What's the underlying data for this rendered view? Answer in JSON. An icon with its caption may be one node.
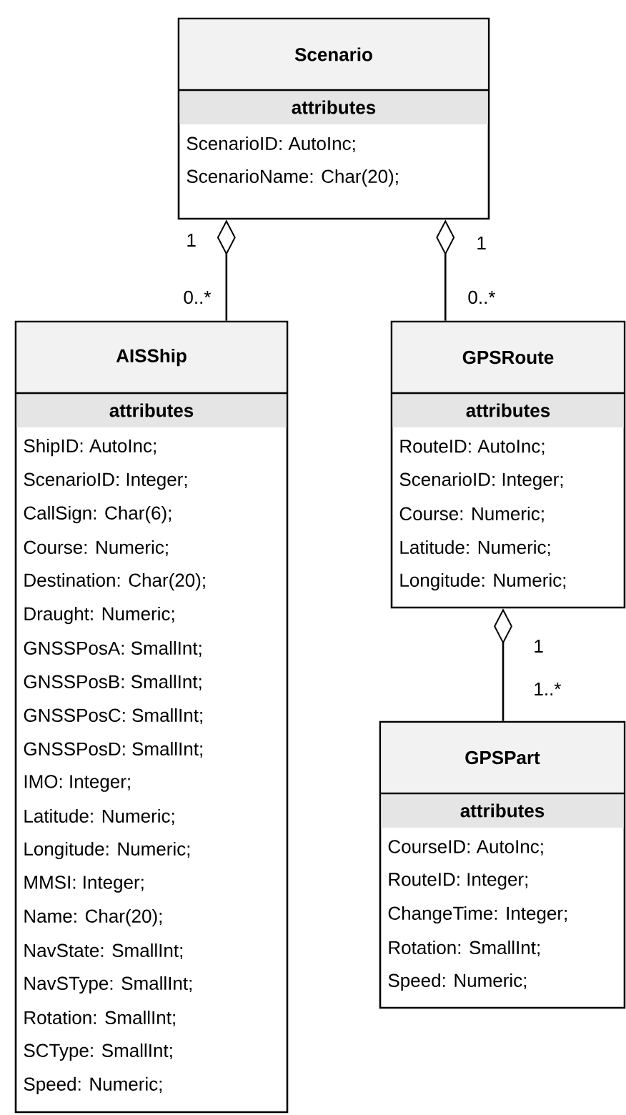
{
  "diagram": {
    "nodes": [
      {
        "text": [
          "Scenario",
          "attributes",
          "ScenarioID: AutoInc;",
          "ScenarioName: Char(20);"
        ]
      },
      {
        "text": [
          "AISShip",
          "attributes",
          "ShipID: AutoInc;",
          "ScenarioID: Integer;",
          "CallSign: Char(6);",
          "Course: Numeric;",
          "Destination: Char(20);",
          "Draught: Numeric;",
          "GNSSPosA: SmallInt;",
          "GNSSPosB: SmallInt;",
          "GNSSPosC: SmallInt;",
          "GNSSPosD: SmallInt;",
          "IMO: Integer;",
          "Latitude: Numeric;",
          "Longitude: Numeric;",
          "MMSI: Integer;",
          "Name: Char(20);",
          "NavState: SmallInt;",
          "NavSType: SmallInt;",
          "Rotation: SmallInt;",
          "SCType: SmallInt;",
          "Speed: Numeric;"
        ]
      },
      {
        "text": [
          "GPSRoute",
          "attributes",
          "RouteID: AutoInc;",
          "ScenarioID: Integer;",
          "Course: Numeric;",
          "Latitude: Numeric;",
          "Longitude: Numeric;"
        ]
      },
      {
        "text": [
          "GPSPart",
          "attributes",
          "CourseID: AutoInc;",
          "RouteID: Integer;",
          "ChangeTime: Integer;",
          "Rotation: SmallInt;",
          "Speed: Numeric;"
        ]
      }
    ],
    "edges": [
      {
        "from": 0,
        "to": 1,
        "arrow": "other"
      },
      {
        "from": 0,
        "to": 2,
        "arrow": "other"
      },
      {
        "from": 2,
        "to": 3,
        "arrow": "other"
      }
    ],
    "labels": [
      "1",
      "0..*",
      "1",
      "0..*",
      "1",
      "1..*"
    ]
  }
}
